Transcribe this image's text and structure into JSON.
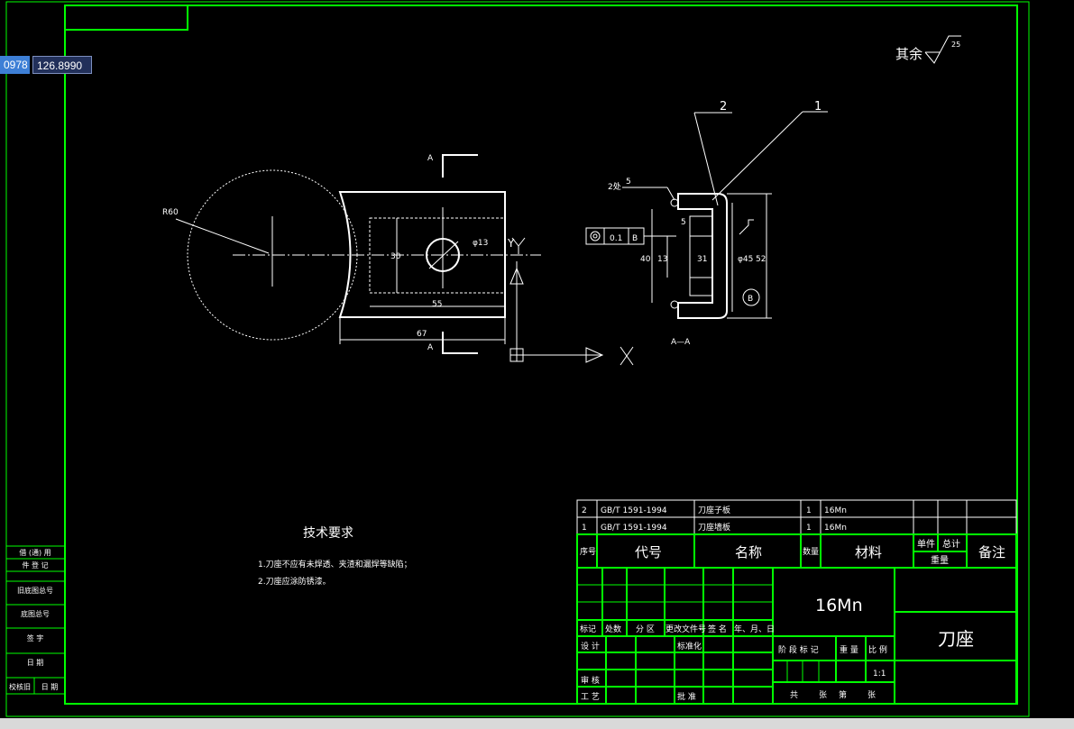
{
  "coords": {
    "a": "0978",
    "b": "126.8990"
  },
  "roughness": {
    "label": "其余",
    "value": "25"
  },
  "colors": {
    "frame": "#00ff00",
    "line": "#ffffff",
    "background": "#000000"
  },
  "drawing": {
    "radius": "R60",
    "hole": "φ13",
    "dim_width": "55",
    "dim_total": "67",
    "dim_height": "30",
    "section_mark": "A",
    "axis_x": "X",
    "axis_y": "Y",
    "tolerance_value": "0.1",
    "datum": "B",
    "weld": "2处",
    "weld_size": "5",
    "section_title": "A—A",
    "callout_1": "1",
    "callout_2": "2",
    "dim_5": "5",
    "dim_40": "40",
    "dim_13": "13",
    "dim_31": "31",
    "dim_45": "φ45",
    "dim_52": "52"
  },
  "tech": {
    "title": "技术要求",
    "items": [
      "1.刀座不应有未焊透、夹渣和漏焊等缺陷；",
      "2.刀座应涂防锈漆。"
    ]
  },
  "bom": {
    "rows": [
      {
        "no": "2",
        "code": "GB/T 1591-1994",
        "name": "刀座子板",
        "qty": "1",
        "material": "16Mn"
      },
      {
        "no": "1",
        "code": "GB/T 1591-1994",
        "name": "刀座墙板",
        "qty": "1",
        "material": "16Mn"
      }
    ],
    "header": {
      "no": "序号",
      "code": "代号",
      "name": "名称",
      "qty": "数量",
      "material": "材料",
      "unit": "单件",
      "total": "总计",
      "weight": "重量",
      "note": "备注"
    }
  },
  "title_block": {
    "material": "16Mn",
    "part_name": "刀座",
    "mark_labels": [
      "标记",
      "处数",
      "分 区",
      "更改文件号",
      "签 名",
      "年、月、日"
    ],
    "design": "设 计",
    "standard": "标准化",
    "review": "审 核",
    "process": "工 艺",
    "approve": "批 准",
    "stage": "阶 段 标 记",
    "weight": "重 量",
    "scale_label": "比 例",
    "scale": "1:1",
    "sheets": [
      "共",
      "张",
      "第",
      "张"
    ]
  },
  "side_strip": [
    "借 (通) 用",
    "件 登 记",
    "旧底图总号",
    "底图总号",
    "签 字",
    "日 期",
    "校核旧",
    "日 期"
  ]
}
